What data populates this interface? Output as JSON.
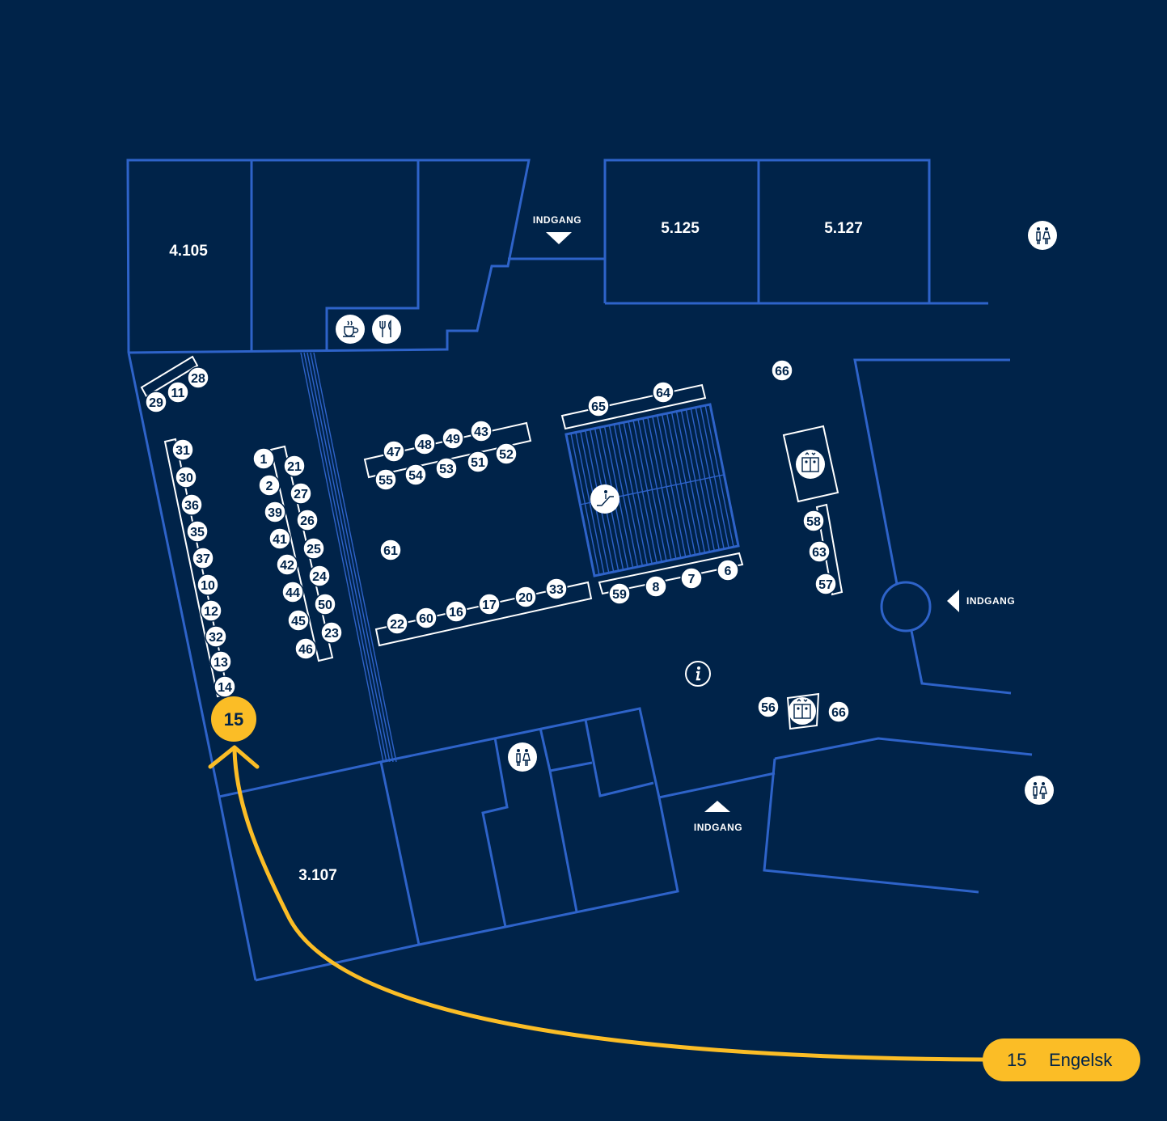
{
  "rooms": [
    "4.105",
    "5.125",
    "5.127",
    "3.107"
  ],
  "entrances": {
    "top": "INDGANG",
    "right": "INDGANG",
    "bottom": "INDGANG"
  },
  "highlight": {
    "number": "15",
    "label": "Engelsk"
  },
  "colors": {
    "background": "#002349",
    "walls": "#2e63c9",
    "highlight": "#fbbd26",
    "badge": "#ffffff"
  },
  "icons": [
    "cafe-icon",
    "restaurant-icon",
    "toilet-icon",
    "elevator-icon",
    "escalator-icon",
    "info-icon"
  ],
  "stands": [
    "28",
    "11",
    "29",
    "31",
    "30",
    "36",
    "35",
    "37",
    "10",
    "12",
    "32",
    "13",
    "14",
    "1",
    "2",
    "39",
    "41",
    "42",
    "44",
    "45",
    "46",
    "21",
    "27",
    "26",
    "25",
    "24",
    "50",
    "23",
    "47",
    "48",
    "49",
    "43",
    "55",
    "54",
    "53",
    "51",
    "52",
    "61",
    "22",
    "60",
    "16",
    "17",
    "20",
    "33",
    "65",
    "64",
    "59",
    "8",
    "7",
    "6",
    "66",
    "58",
    "63",
    "57",
    "56",
    "66"
  ]
}
